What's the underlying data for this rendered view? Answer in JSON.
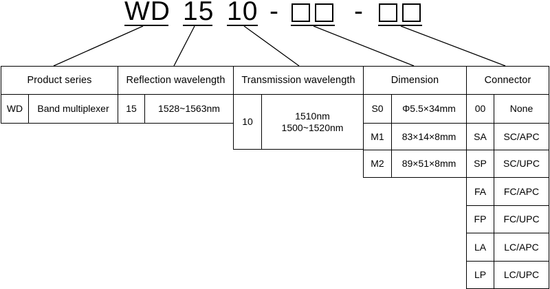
{
  "code": {
    "series": "WD",
    "reflection": "15",
    "transmission": "10",
    "dash1": "-",
    "dash2": "-"
  },
  "headers": {
    "product_series": "Product series",
    "reflection_wavelength": "Reflection wavelength",
    "transmission_wavelength": "Transmission wavelength",
    "dimension": "Dimension",
    "connector": "Connector"
  },
  "product_series": {
    "code": "WD",
    "label": "Band multiplexer"
  },
  "reflection": {
    "code": "15",
    "value": "1528~1563nm"
  },
  "transmission": {
    "code": "10",
    "value_line1": "1510nm",
    "value_line2": "1500~1520nm"
  },
  "dimensions": [
    {
      "code": "S0",
      "value": "Φ5.5×34mm"
    },
    {
      "code": "M1",
      "value": "83×14×8mm"
    },
    {
      "code": "M2",
      "value": "89×51×8mm"
    }
  ],
  "connectors": [
    {
      "code": "00",
      "value": "None"
    },
    {
      "code": "SA",
      "value": "SC/APC"
    },
    {
      "code": "SP",
      "value": "SC/UPC"
    },
    {
      "code": "FA",
      "value": "FC/APC"
    },
    {
      "code": "FP",
      "value": "FC/UPC"
    },
    {
      "code": "LA",
      "value": "LC/APC"
    },
    {
      "code": "LP",
      "value": "LC/UPC"
    }
  ]
}
